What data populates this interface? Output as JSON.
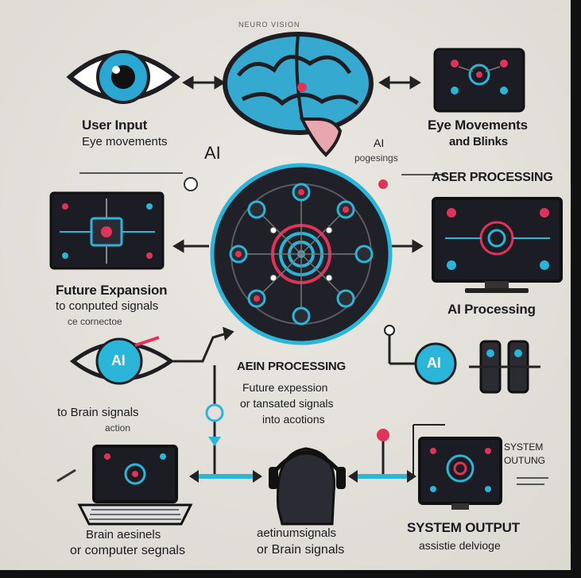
{
  "title": "NEURO VISION",
  "labels": {
    "user_input_1": "User Input",
    "user_input_2": "Eye movements",
    "ai_center_1": "AI",
    "ai_center_2": "AI",
    "ai_center_3": "pogesings",
    "eye_movements_1": "Eye Movements",
    "eye_movements_2": "and Blinks",
    "aser_processing": "ASER PROCESSING",
    "future_expansion_1": "Future Expansion",
    "future_expansion_2": "to conputed signals",
    "future_expansion_3": "ce cornectoe",
    "ai_processing": "AI Processing",
    "brain_processing": "AEIN PROCESSING",
    "future_ep_1": "Future expession",
    "future_ep_2": "or tansated signals",
    "future_ep_3": "into acotions",
    "brain_signals_1": "to Brain signals",
    "brain_signals_2": "action",
    "system_outung_1": "SYSTEM",
    "system_outung_2": "OUTUNG",
    "brain_comp_1": "Brain aesinels",
    "brain_comp_2": "or computer segnals",
    "aetan_1": "aetinumsignals",
    "aetan_2": "or Brain signals",
    "system_output_1": "SYSTEM OUTPUT",
    "system_output_2": "assistie delvioge",
    "ai_badge_left": "AI",
    "ai_badge_right": "AI"
  },
  "colors": {
    "cyan": "#2bb5d8",
    "pink": "#e0335a",
    "dark": "#1c1d24",
    "outline": "#222"
  }
}
